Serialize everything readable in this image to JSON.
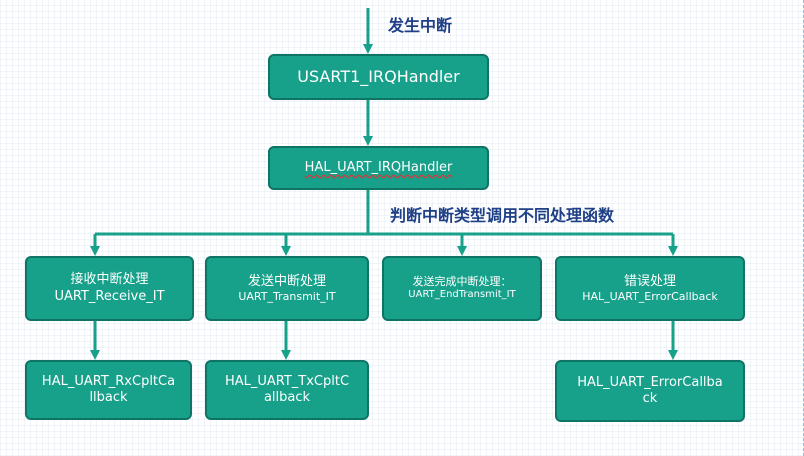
{
  "labels": {
    "interrupt_occurs": "发生中断",
    "dispatch_note": "判断中断类型调用不同处理函数"
  },
  "nodes": {
    "usart1_irq": "USART1_IRQHandler",
    "hal_uart_irq": "HAL_UART_IRQHandler",
    "receive": {
      "title": "接收中断处理",
      "func": "UART_Receive_IT"
    },
    "transmit": {
      "title": "发送中断处理",
      "func": "UART_Transmit_IT"
    },
    "end_transmit": {
      "title": "发送完成中断处理：",
      "func": "UART_EndTransmit_IT"
    },
    "error": {
      "title": "错误处理",
      "func": "HAL_UART_ErrorCallback"
    },
    "rx_cplt": {
      "line1": "HAL_UART_RxCpltCa",
      "line2": "llback"
    },
    "tx_cplt": {
      "line1": "HAL_UART_TxCpltC",
      "line2": "allback"
    },
    "error_cb": {
      "line1": "HAL_UART_ErrorCallba",
      "line2": "ck"
    }
  },
  "colors": {
    "box_fill": "#17a08a",
    "box_border": "#0e7465",
    "arrow": "#17a08a",
    "label_text": "#1f3f86"
  }
}
